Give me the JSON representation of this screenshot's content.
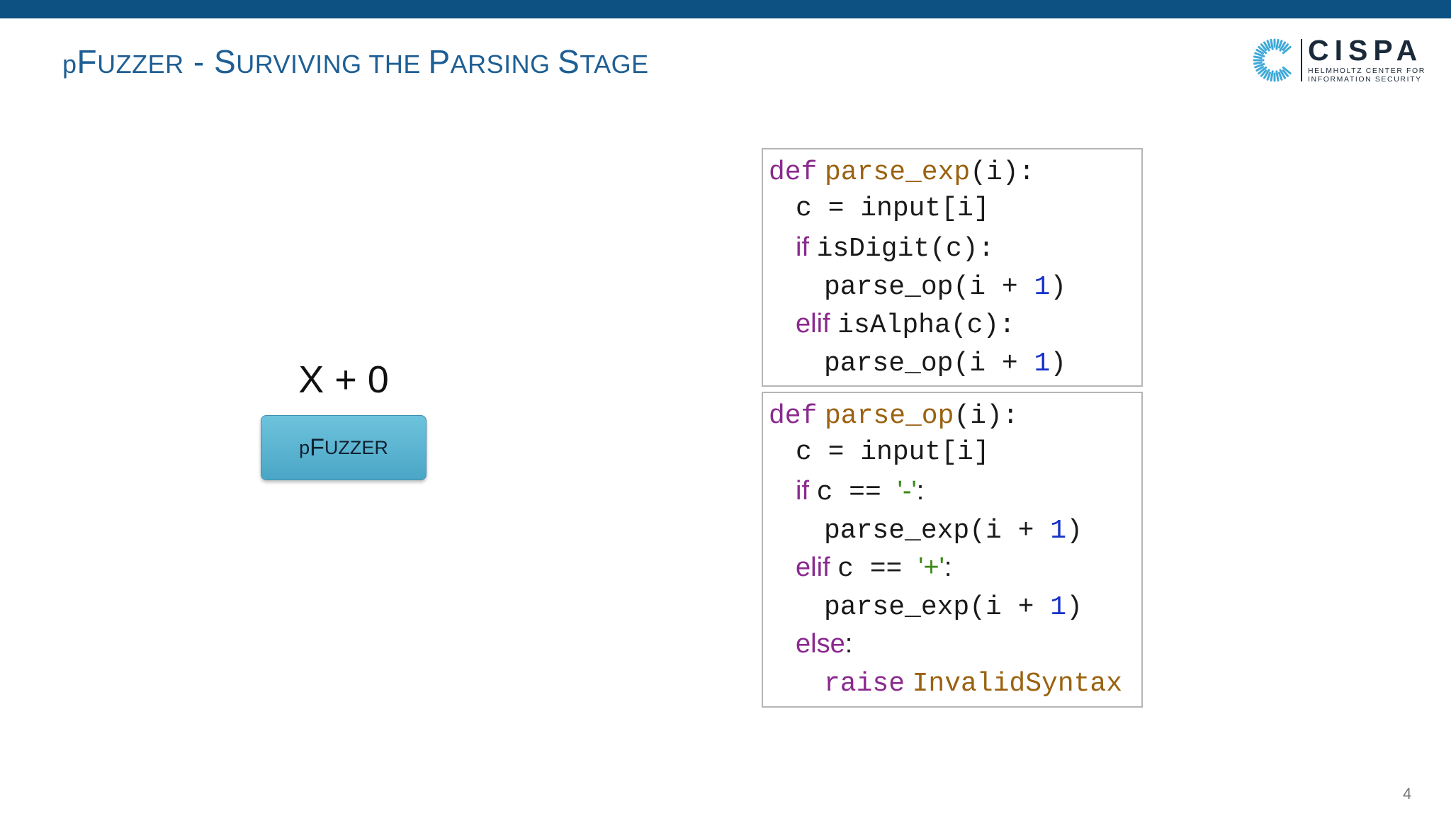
{
  "slide": {
    "title_part1": "p",
    "title_part2": "F",
    "title_part3": "UZZER",
    "title_part4": " - S",
    "title_part5": "URVIVING THE ",
    "title_part6": "P",
    "title_part7": "ARSING ",
    "title_part8": "S",
    "title_part9": "TAGE",
    "page_number": "4"
  },
  "logo": {
    "name": "CISPA",
    "subtitle_line1": "HELMHOLTZ CENTER FOR",
    "subtitle_line2": "INFORMATION SECURITY"
  },
  "diagram": {
    "input_text": "X + 0",
    "fuzzer_p": "p",
    "fuzzer_f": "F",
    "fuzzer_rest": "UZZER"
  },
  "colors": {
    "top_bar": "#0d5082",
    "title": "#1e5f94",
    "keyword": "#8a2a8e",
    "function_name": "#9a6210",
    "number": "#1431c9",
    "string": "#3a8a14",
    "button_fill": "#5bb5d3"
  },
  "code": {
    "parse_exp": {
      "l1_def": "def",
      "l1_name": "parse_exp",
      "l1_args": "(i):",
      "l2": "c = input[i]",
      "l3_kw": "if",
      "l3_rest": "isDigit(c):",
      "l4_call": "parse_op(i + ",
      "l4_num": "1",
      "l4_close": ")",
      "l5_kw": "elif",
      "l5_rest": "isAlpha(c):",
      "l6_call": "parse_op(i + ",
      "l6_num": "1",
      "l6_close": ")"
    },
    "parse_op": {
      "l1_def": "def",
      "l1_name": "parse_op",
      "l1_args": "(i):",
      "l2": "c = input[i]",
      "l3_kw": "if",
      "l3_mid": "c == ",
      "l3_str": "'-'",
      "l3_end": ":",
      "l4_call": "parse_exp(i + ",
      "l4_num": "1",
      "l4_close": ")",
      "l5_kw": "elif",
      "l5_mid": "c == ",
      "l5_str": "'+'",
      "l5_end": ":",
      "l6_call": "parse_exp(i + ",
      "l6_num": "1",
      "l6_close": ")",
      "l7_kw": "else",
      "l7_end": ":",
      "l8_kw": "raise",
      "l8_name": "InvalidSyntax"
    }
  }
}
